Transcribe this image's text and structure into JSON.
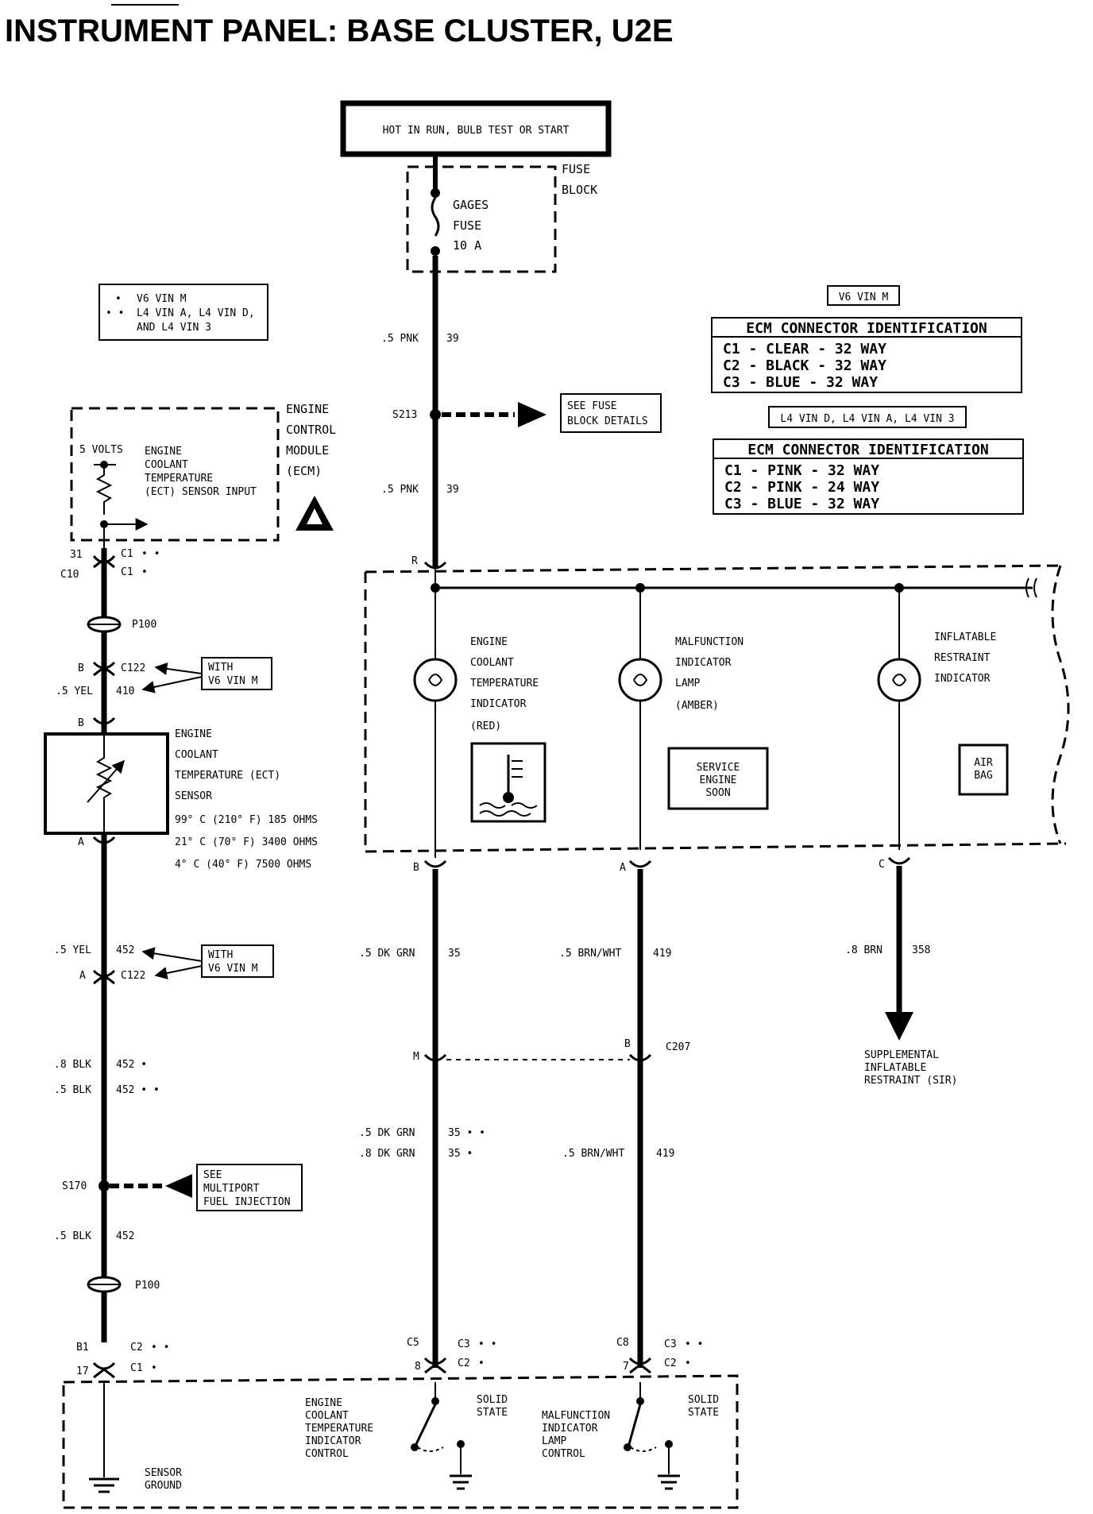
{
  "title": "INSTRUMENT PANEL: BASE CLUSTER, U2E",
  "power_box": "HOT IN RUN, BULB TEST OR START",
  "fuse_block": {
    "l1": "FUSE",
    "l2": "BLOCK",
    "fuse_l1": "GAGES",
    "fuse_l2": "FUSE",
    "fuse_l3": "10 A"
  },
  "legend": {
    "row1_mark": "•",
    "row1_text": "V6 VIN M",
    "row2_mark": "• •",
    "row2_text": "L4 VIN A, L4 VIN D,",
    "row3_text": "AND L4 VIN 3"
  },
  "ecm_v6": {
    "tag": "V6 VIN M",
    "title": "ECM CONNECTOR IDENTIFICATION",
    "rows": [
      "C1 - CLEAR  - 32 WAY",
      "C2 - BLACK  - 32 WAY",
      "C3 - BLUE   - 32 WAY"
    ]
  },
  "ecm_l4": {
    "tag": "L4 VIN D, L4 VIN A, L4 VIN 3",
    "title": "ECM CONNECTOR IDENTIFICATION",
    "rows": [
      "C1 - PINK   - 32 WAY",
      "C2 - PINK   - 24 WAY",
      "C3 - BLUE   - 32 WAY"
    ]
  },
  "ecm": {
    "label_l1": "ENGINE",
    "label_l2": "CONTROL",
    "label_l3": "MODULE",
    "label_l4": "(ECM)",
    "volts": "5 VOLTS",
    "input_l1": "ENGINE",
    "input_l2": "COOLANT",
    "input_l3": "TEMPERATURE",
    "input_l4": "(ECT) SENSOR INPUT"
  },
  "left_col": {
    "pin31": "31",
    "c1a": "C1",
    "c1a_mark": "• •",
    "c10": "C10",
    "c1b": "C1",
    "c1b_mark": "•",
    "p100a": "P100",
    "b1": "B",
    "c122a": "C122",
    "with_v6_a_l1": "WITH",
    "with_v6_a_l2": "V6 VIN M",
    "yel1": ".5 YEL",
    "c410": "410",
    "b2": "B",
    "ect_l1": "ENGINE",
    "ect_l2": "COOLANT",
    "ect_l3": "TEMPERATURE (ECT)",
    "ect_l4": "SENSOR",
    "ohm1": "99° C (210° F) 185 OHMS",
    "ohm2": "21° C (70° F) 3400 OHMS",
    "ohm3": "4° C (40° F) 7500 OHMS",
    "a1": "A",
    "yel2": ".5 YEL",
    "c452a": "452",
    "a2": "A",
    "c122b": "C122",
    "with_v6_b_l1": "WITH",
    "with_v6_b_l2": "V6 VIN M",
    "blk1": ".8 BLK",
    "c452b": "452 •",
    "blk2": ".5 BLK",
    "c452c": "452 • •",
    "s170": "S170",
    "mpfi_l1": "SEE",
    "mpfi_l2": "MULTIPORT",
    "mpfi_l3": "FUEL INJECTION",
    "blk3": ".5 BLK",
    "c452d": "452",
    "p100b": "P100",
    "b1pin": "B1",
    "c2a": "C2",
    "c2a_mark": "• •",
    "pin17": "17",
    "c1c": "C1",
    "c1c_mark": "•",
    "ground_l1": "SENSOR",
    "ground_l2": "GROUND"
  },
  "center_feed": {
    "pnk1": ".5 PNK",
    "c39a": "39",
    "s213": "S213",
    "fuse_det_l1": "SEE FUSE",
    "fuse_det_l2": "BLOCK DETAILS",
    "pnk2": ".5 PNK",
    "c39b": "39",
    "r": "R"
  },
  "cluster": {
    "ect_ind": [
      "ENGINE",
      "COOLANT",
      "TEMPERATURE",
      "INDICATOR",
      "(RED)"
    ],
    "mil": [
      "MALFUNCTION",
      "INDICATOR",
      "LAMP",
      "(AMBER)"
    ],
    "sir_ind": [
      "INFLATABLE",
      "RESTRAINT",
      "INDICATOR"
    ],
    "service_l1": "SERVICE",
    "service_l2": "ENGINE",
    "service_l3": "SOON",
    "airbag_l1": "AIR",
    "airbag_l2": "BAG",
    "pin_b": "B",
    "pin_a": "A",
    "pin_c": "C"
  },
  "lower": {
    "grn1": ".5 DK GRN",
    "c35": "35",
    "brnwht1": ".5 BRN/WHT",
    "c419a": "419",
    "brn": ".8 BRN",
    "c358": "358",
    "sir_l1": "SUPPLEMENTAL",
    "sir_l2": "INFLATABLE",
    "sir_l3": "RESTRAINT (SIR)",
    "m": "M",
    "b3": "B",
    "c207": "C207",
    "grn2": ".5 DK GRN",
    "c35b": "35 • •",
    "grn3": ".8 DK GRN",
    "c35c": "35 •",
    "brnwht2": ".5 BRN/WHT",
    "c419b": "419",
    "c5": "C5",
    "c3a": "C3",
    "c3a_mark": "• •",
    "pin8": "8",
    "c2b": "C2",
    "c2b_mark": "•",
    "c8": "C8",
    "c3b": "C3",
    "c3b_mark": "• •",
    "pin7": "7",
    "c2c": "C2",
    "c2c_mark": "•",
    "ectc": [
      "ENGINE",
      "COOLANT",
      "TEMPERATURE",
      "INDICATOR",
      "CONTROL"
    ],
    "solid1_l1": "SOLID",
    "solid1_l2": "STATE",
    "milc": [
      "MALFUNCTION",
      "INDICATOR",
      "LAMP",
      "CONTROL"
    ],
    "solid2_l1": "SOLID",
    "solid2_l2": "STATE"
  }
}
